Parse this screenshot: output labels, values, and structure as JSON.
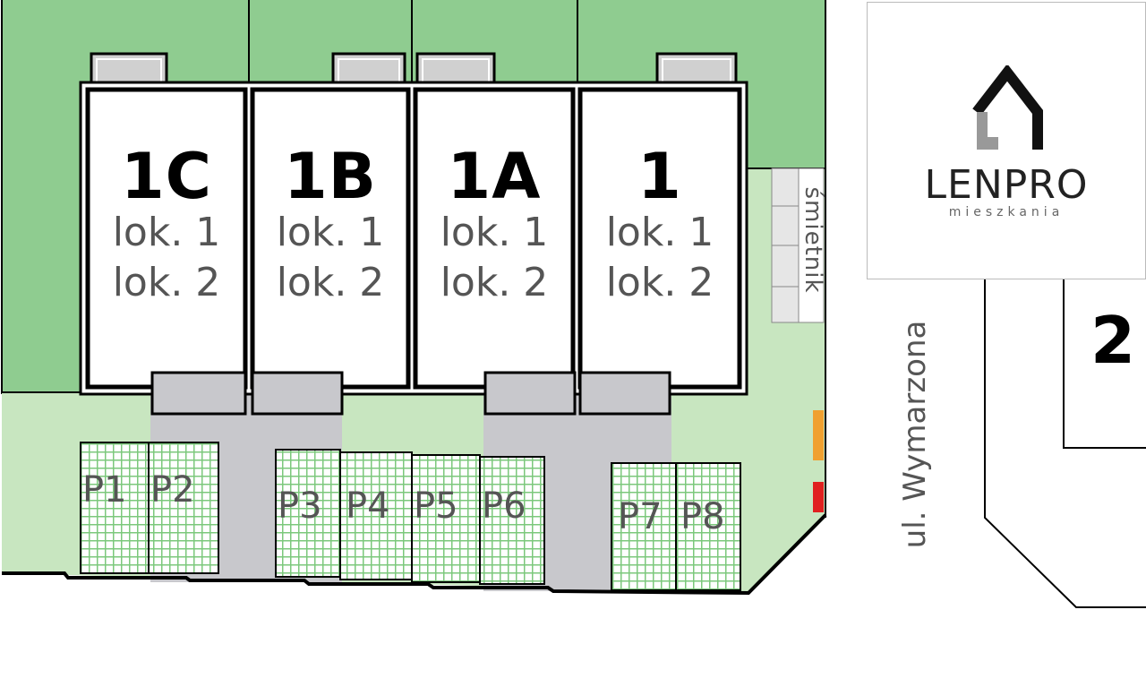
{
  "buildings": [
    {
      "name": "1C",
      "units": [
        "lok. 1",
        "lok. 2"
      ]
    },
    {
      "name": "1B",
      "units": [
        "lok. 1",
        "lok. 2"
      ]
    },
    {
      "name": "1A",
      "units": [
        "lok. 1",
        "lok. 2"
      ]
    },
    {
      "name": "1",
      "units": [
        "lok. 1",
        "lok. 2"
      ]
    }
  ],
  "parking": [
    "P1",
    "P2",
    "P3",
    "P4",
    "P5",
    "P6",
    "P7",
    "P8"
  ],
  "street": "ul. Wymarzona",
  "bins_label": "śmietnik",
  "neighbor_building": "2",
  "logo": {
    "name": "LENPRO",
    "subtitle": "mieszkania",
    "icon": "house-icon"
  },
  "colors": {
    "garden": "#8fcc90",
    "lawn": "#c8e6c0",
    "paving": "#c8c8cc",
    "bin_orange": "#f0a030",
    "bin_red": "#e02020"
  }
}
